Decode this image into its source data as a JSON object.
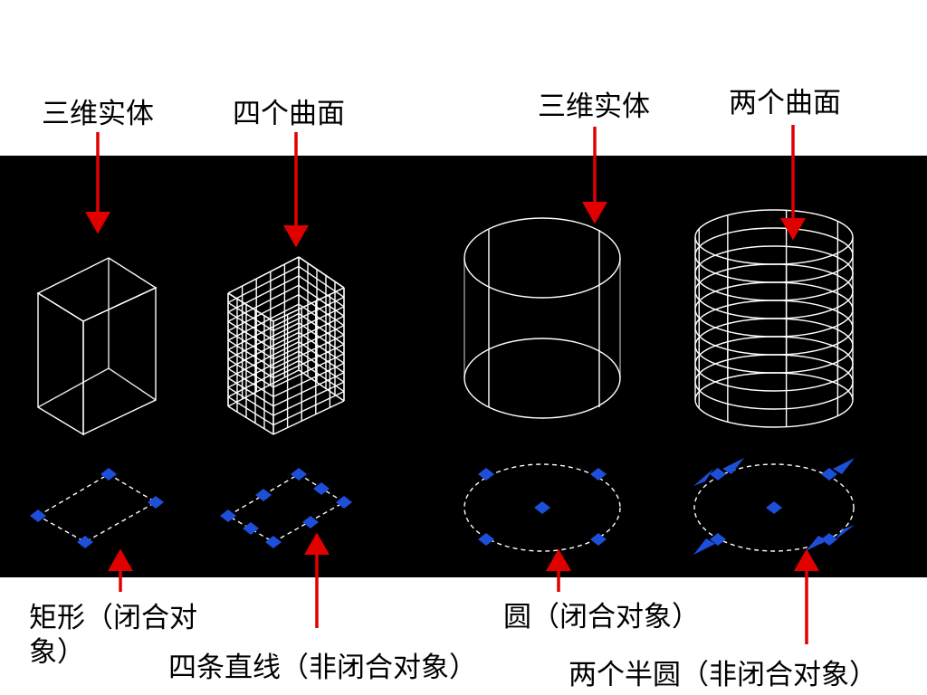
{
  "top_labels": {
    "solid_1": "三维实体",
    "surfaces_4": "四个曲面",
    "solid_2": "三维实体",
    "surfaces_2": "两个曲面"
  },
  "bottom_labels": {
    "rectangle": "矩形（闭合对象）",
    "four_lines": "四条直线（非闭合对象）",
    "circle": "圆（闭合对象）",
    "two_semicircles": "两个半圆（非闭合对象）"
  },
  "colors": {
    "background": "#ffffff",
    "canvas": "#000000",
    "wireframe": "#ffffff",
    "arrow": "#e00000",
    "grip": "#1e4fd8",
    "label_text": "#000000"
  },
  "icons": {
    "arrow": "red-arrow-icon",
    "grip": "blue-grip-icon"
  }
}
